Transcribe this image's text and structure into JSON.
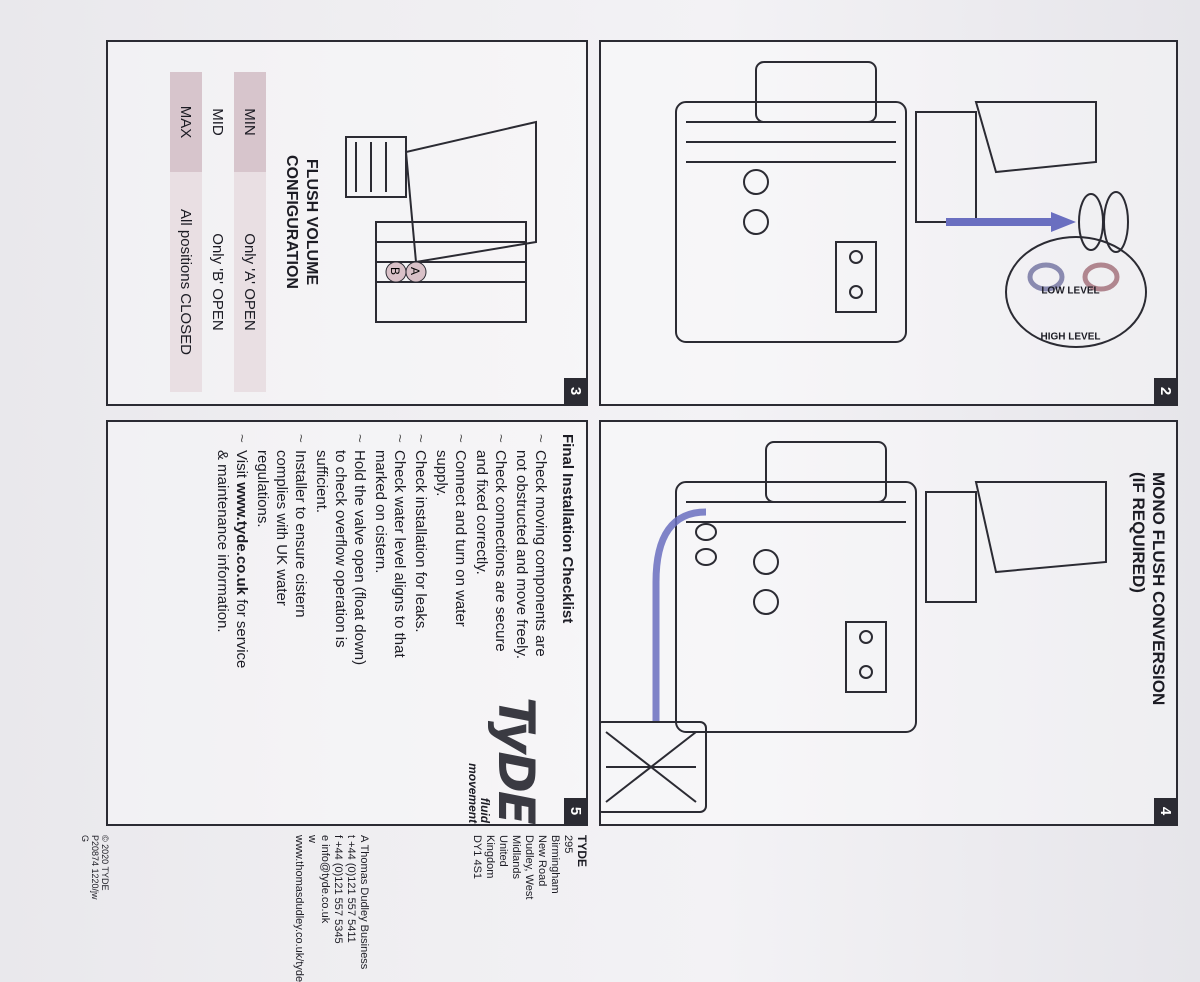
{
  "panel2": {
    "number": "2",
    "low_label": "LOW LEVEL",
    "high_label": "HIGH LEVEL"
  },
  "panel3": {
    "number": "3",
    "config_title": "FLUSH VOLUME CONFIGURATION",
    "rows": [
      {
        "setting": "MIN",
        "value": "Only 'A' OPEN"
      },
      {
        "setting": "MID",
        "value": "Only 'B' OPEN"
      },
      {
        "setting": "MAX",
        "value": "All positions CLOSED"
      }
    ],
    "port_a": "A",
    "port_b": "B"
  },
  "panel4": {
    "number": "4",
    "title": "MONO FLUSH CONVERSION",
    "subtitle": "(IF REQUIRED)"
  },
  "panel5": {
    "number": "5",
    "checklist_title": "Final Installation Checklist",
    "items": [
      "Check moving components are not obstructed and move freely.",
      "Check connections are secure and fixed correctly.",
      "Connect and turn on water supply.",
      "Check installation for leaks.",
      "Check water level aligns to that marked on cistern.",
      "Hold the valve open (float down) to check overflow operation is sufficient.",
      "Installer to ensure cistern complies with UK water regulations."
    ],
    "visit_prefix": "Visit ",
    "visit_url": "www.tyde.co.uk",
    "visit_suffix": " for service & maintenance information."
  },
  "footer": {
    "company": "TYDE",
    "address": [
      "295 Birmingham New Road",
      "Dudley, West Midlands",
      "United Kingdom",
      "DY1 4S1"
    ],
    "business": "A Thomas Dudley Business",
    "phone": "t +44 (0)121 557 5411",
    "fax": "f +44 (0)121 557 5345",
    "email": "e info@tyde.co.uk",
    "web": "w www.thomasdudley.co.uk/tyde",
    "copyright": "© 2020 TYDE  P20874 1220/jw G"
  },
  "logo": {
    "brand": "TyDE",
    "tagline_1": "fluid",
    "tagline_2": "movement"
  },
  "colors": {
    "arrow": "#6a6fc0",
    "highlight": "#d9c1c8",
    "ink": "#2b2b33"
  }
}
